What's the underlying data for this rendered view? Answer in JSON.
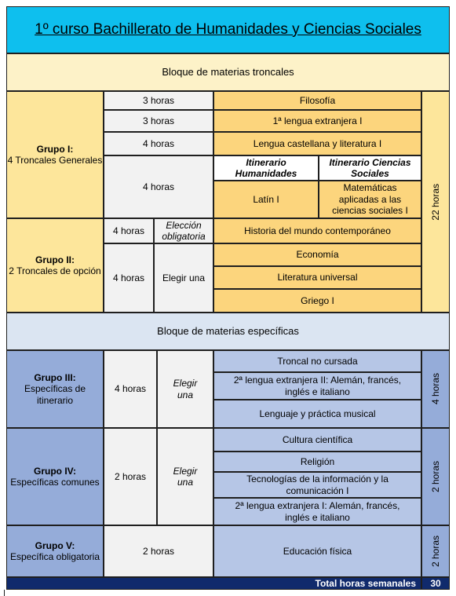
{
  "title": "1º curso Bachillerato de Humanidades y Ciencias Sociales",
  "bloque_troncales": "Bloque de materias troncales",
  "bloque_especificas": "Bloque de materias específicas",
  "grupo1": {
    "title": "Grupo I:",
    "desc": "4 Troncales Generales"
  },
  "grupo2": {
    "title": "Grupo II:",
    "desc": "2 Troncales de opción"
  },
  "grupo3": {
    "title": "Grupo III:",
    "desc": "Específicas de itinerario"
  },
  "grupo4": {
    "title": "Grupo IV:",
    "desc": "Específicas comunes"
  },
  "grupo5": {
    "title": "Grupo V:",
    "desc": "Específica obligatoria"
  },
  "hours": {
    "h3a": "3 horas",
    "h3b": "3 horas",
    "h4a": "4 horas",
    "h4b": "4 horas",
    "h4c": "4 horas",
    "h4d": "4 horas",
    "h4e": "4 horas",
    "h2a": "2 horas",
    "h2b": "2 horas"
  },
  "subjects": {
    "filosofia": "Filosofía",
    "lengua_ext": "1ª lengua extranjera I",
    "lengua_cast": "Lengua castellana y literatura I",
    "itin_hum": "Itinerario Humanidades",
    "itin_cs": "Itinerario Ciencias Sociales",
    "latin": "Latín I",
    "mates": "Matemáticas aplicadas a las ciencias sociales I",
    "historia": "Historia del mundo contemporáneo",
    "economia": "Economía",
    "literatura": "Literatura universal",
    "griego": "Griego I",
    "troncal_no": "Troncal no cursada",
    "lengua2_ii": "2ª lengua extranjera II: Alemán, francés, inglés e italiano",
    "lenguaje_musical": "Lenguaje y práctica musical",
    "cultura": "Cultura científica",
    "religion": "Religión",
    "tic": "Tecnologías de la información y la comunicación I",
    "lengua2_i": "2ª lengua extranjera I: Alemán, francés, inglés e italiano",
    "ed_fisica": "Educación física"
  },
  "choice": {
    "eleccion_oblig": "Elección obligatoria",
    "elegir_una_g2": "Elegir una",
    "elegir_una_g3": "Elegir una",
    "elegir_una_g4": "Elegir una"
  },
  "totals": {
    "troncales": "22 horas",
    "g3": "4 horas",
    "g4": "2 horas",
    "g5": "2 horas",
    "semanal_label": "Total horas semanales",
    "semanal_value": "30"
  }
}
